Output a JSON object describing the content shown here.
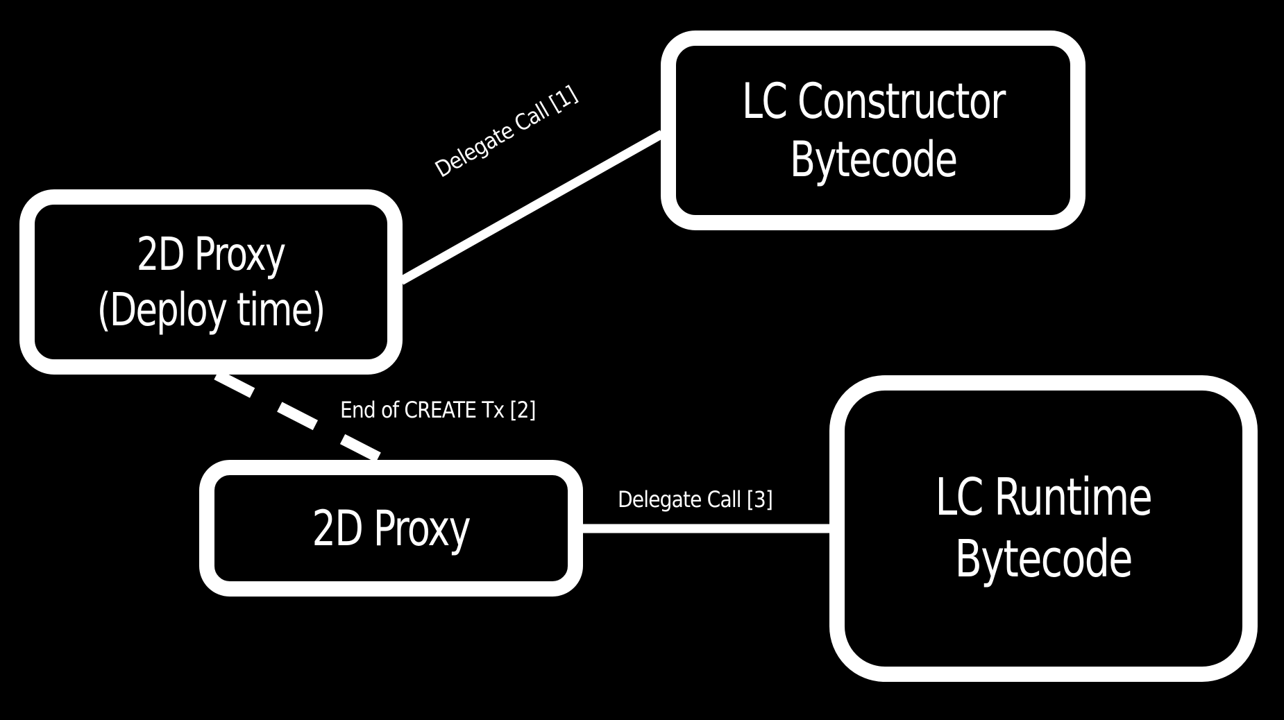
{
  "diagram": {
    "nodes": [
      {
        "id": "proxy-deploy",
        "lines": [
          "2D Proxy",
          "(Deploy time)"
        ]
      },
      {
        "id": "lc-constructor",
        "lines": [
          "LC Constructor",
          "Bytecode"
        ]
      },
      {
        "id": "proxy",
        "lines": [
          "2D Proxy"
        ]
      },
      {
        "id": "lc-runtime",
        "lines": [
          "LC Runtime",
          "Bytecode"
        ]
      }
    ],
    "edges": [
      {
        "from": "proxy-deploy",
        "to": "lc-constructor",
        "label": "Delegate Call [1]",
        "style": "solid"
      },
      {
        "from": "proxy-deploy",
        "to": "proxy",
        "label": "End of CREATE Tx [2]",
        "style": "dashed"
      },
      {
        "from": "proxy",
        "to": "lc-runtime",
        "label": "Delegate Call [3]",
        "style": "solid"
      }
    ],
    "colors": {
      "background": "#000000",
      "foreground": "#ffffff"
    }
  }
}
